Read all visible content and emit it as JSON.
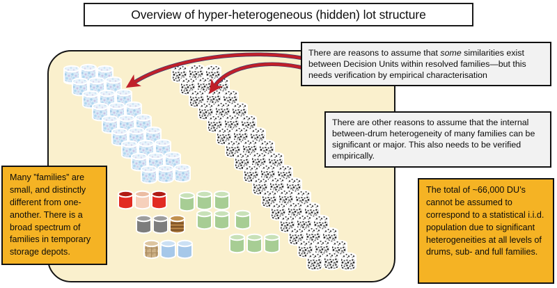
{
  "title": {
    "text": "Overview of hyper-heterogeneous (hidden) lot structure"
  },
  "panel": {
    "background_color": "#faf0cd",
    "border_color": "#141414"
  },
  "callouts": [
    {
      "id": "similarities",
      "style": "white",
      "text_before_emphasis": "There are reasons to assume that ",
      "emphasis": "some",
      "text_after_emphasis": " similarities exist between Decision Units within resolved families—but this needs verification by empirical characterisation",
      "full_text": "There are reasons to assume that some similarities exist between Decision Units within resolved families—but this needs verification by empirical characterisation",
      "background_color": "#f2f2f2"
    },
    {
      "id": "internal",
      "style": "white",
      "full_text": "There are other reasons to assume that the internal between-drum heterogeneity of many families can be significant or major. This also needs to be verified empirically.",
      "background_color": "#f2f2f2"
    },
    {
      "id": "families",
      "style": "gold",
      "full_text": "Many ”families” are small, and distinctly different from one-another. There is a broad spectrum of families in temporary storage depots.",
      "background_color": "#f5b324"
    },
    {
      "id": "total",
      "style": "gold",
      "full_text": "The total of ~66,000 DU’s cannot be assumed to correspond to a statistical i.i.d. population due to significant heterogeneities at all levels of drums, sub- and full families.",
      "background_color": "#f5b324"
    }
  ],
  "arrows": [
    {
      "id": "arrow-long",
      "description": "long red curved arrow pointing left toward the light-blue drum cluster",
      "color": "#c0202a"
    },
    {
      "id": "arrow-short",
      "description": "short red curved arrow pointing down-left toward the grey speckled drum cluster",
      "color": "#c0202a"
    }
  ],
  "drum_groups": [
    {
      "id": "blue-family-band",
      "label": "light blue mottled drums (resolved family band)",
      "color": "#bcd9ef",
      "top_color": "#e8f2fa",
      "count": 27,
      "texture": "mottled-blue"
    },
    {
      "id": "grey-family-band",
      "label": "grey speckled drums (large hyper-heterogeneous family band)",
      "color": "#e9e9e9",
      "top_color": "#f4f4f4",
      "count": 45,
      "texture": "speckle-grey"
    },
    {
      "id": "red-small-family",
      "label": "small red family",
      "color": "#e02020",
      "top_color": "#b21616",
      "count": 3,
      "texture": "solid"
    },
    {
      "id": "salmon-drum",
      "label": "salmon drum within red family",
      "color": "#f5cdb5",
      "top_color": "#e9b79a",
      "count": 1,
      "texture": "solid"
    },
    {
      "id": "grey-small-family",
      "label": "small grey family",
      "color": "#7a7a7a",
      "top_color": "#9a9a9a",
      "count": 2,
      "texture": "solid"
    },
    {
      "id": "wood-drum",
      "label": "wooden banded drum",
      "color": "#a0703a",
      "top_color": "#c79a5e",
      "count": 1,
      "texture": "wood"
    },
    {
      "id": "burlap-drum",
      "label": "burlap sack container",
      "color": "#cbb089",
      "top_color": "#e0cba8",
      "count": 1,
      "texture": "burlap"
    },
    {
      "id": "blue-small-family",
      "label": "small blue family",
      "color": "#a4c7e8",
      "top_color": "#c9dff3",
      "count": 2,
      "texture": "solid"
    },
    {
      "id": "green-family-a",
      "label": "green family upper group",
      "color": "#a7cd94",
      "top_color": "#c6e0b6",
      "count": 6,
      "texture": "solid"
    },
    {
      "id": "green-family-b",
      "label": "green family lower group",
      "color": "#a7cd94",
      "top_color": "#c6e0b6",
      "count": 3,
      "texture": "solid"
    }
  ]
}
